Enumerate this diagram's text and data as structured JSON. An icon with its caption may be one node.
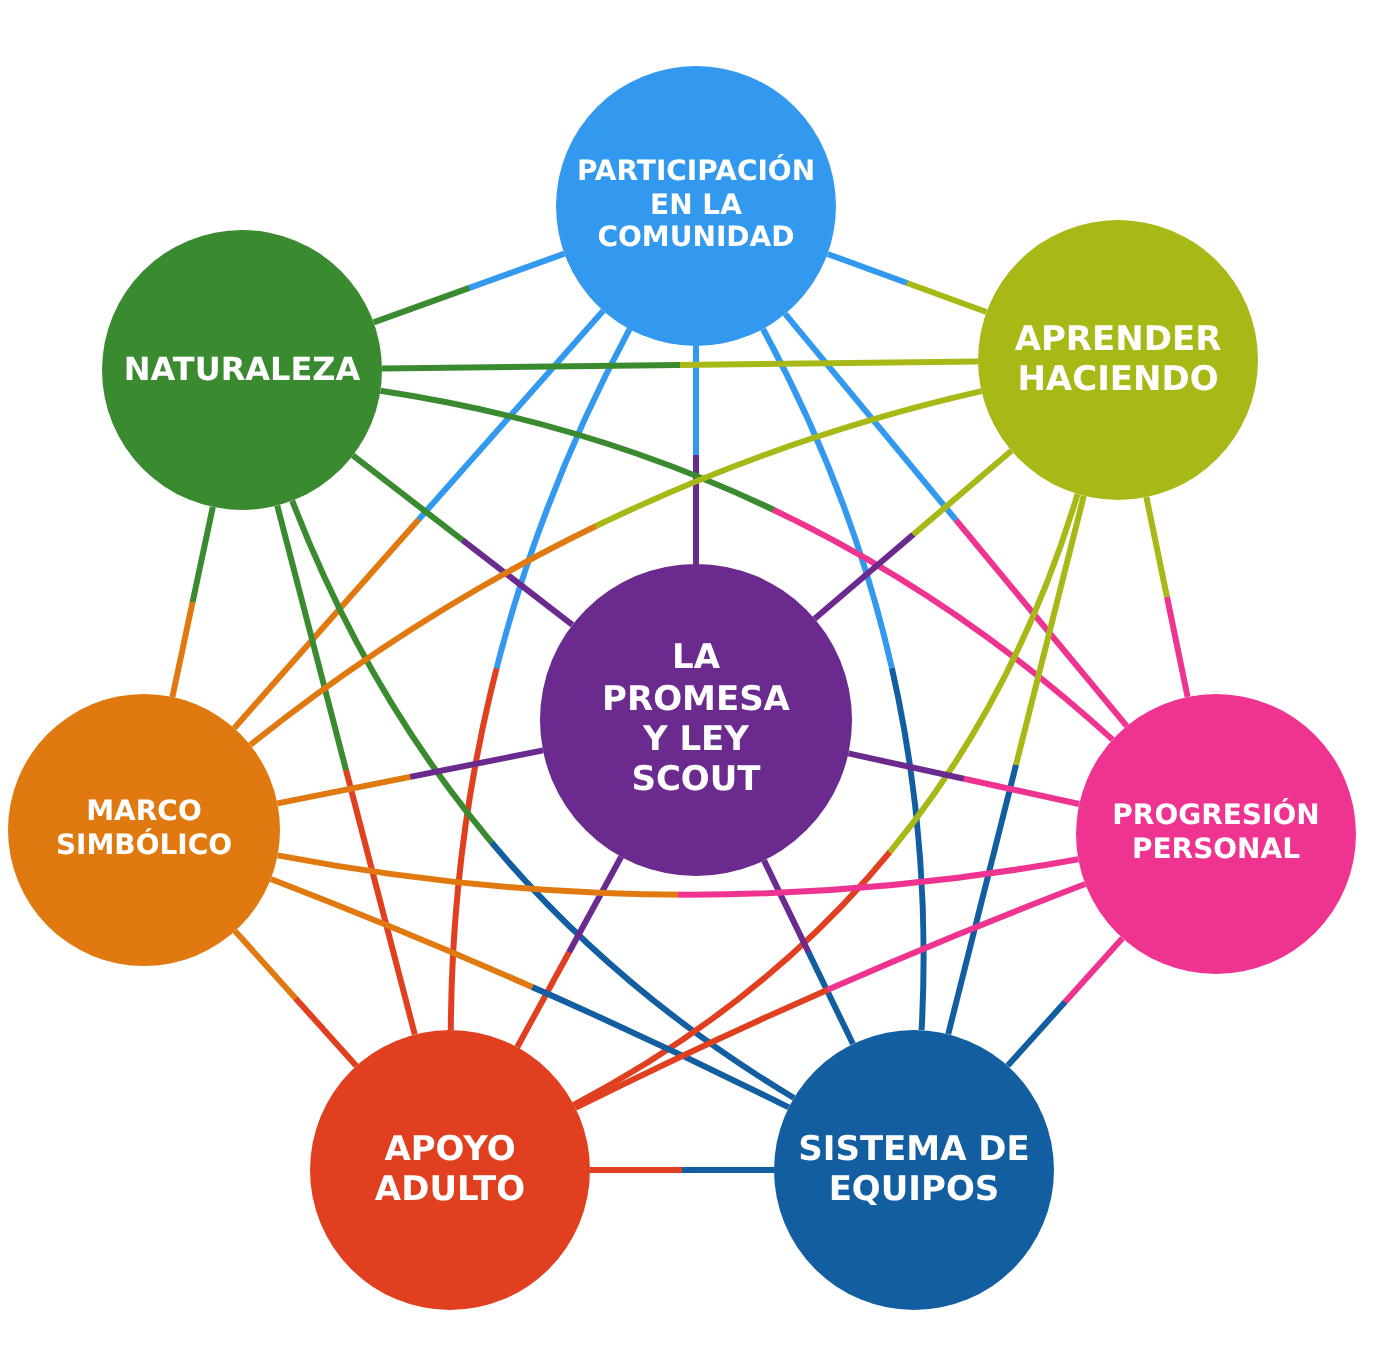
{
  "diagram": {
    "nodes": [
      {
        "text": [
          "PARTICIPACIÓN EN LA COMUNIDAD"
        ]
      },
      {
        "text": [
          "NATURALEZA"
        ]
      },
      {
        "text": [
          "APRENDER HACIENDO"
        ]
      },
      {
        "text": [
          "LA PROMESA Y LEY SCOUT"
        ]
      },
      {
        "text": [
          "MARCO SIMBÓLICO"
        ]
      },
      {
        "text": [
          "PROGRESIÓN PERSONAL"
        ]
      },
      {
        "text": [
          "APOYO ADULTO"
        ]
      },
      {
        "text": [
          "SISTEMA DE EQUIPOS"
        ]
      }
    ],
    "edges": [
      {
        "from": 0,
        "to": 1,
        "arrow": "none"
      },
      {
        "from": 0,
        "to": 2,
        "arrow": "none"
      },
      {
        "from": 0,
        "to": 3,
        "arrow": "none"
      },
      {
        "from": 0,
        "to": 4,
        "arrow": "none"
      },
      {
        "from": 0,
        "to": 5,
        "arrow": "none"
      },
      {
        "from": 0,
        "to": 6,
        "arrow": "none"
      },
      {
        "from": 0,
        "to": 7,
        "arrow": "none"
      },
      {
        "from": 1,
        "to": 2,
        "arrow": "none"
      },
      {
        "from": 1,
        "to": 3,
        "arrow": "none"
      },
      {
        "from": 1,
        "to": 4,
        "arrow": "none"
      },
      {
        "from": 1,
        "to": 5,
        "arrow": "none"
      },
      {
        "from": 1,
        "to": 6,
        "arrow": "none"
      },
      {
        "from": 1,
        "to": 7,
        "arrow": "none"
      },
      {
        "from": 2,
        "to": 3,
        "arrow": "none"
      },
      {
        "from": 2,
        "to": 4,
        "arrow": "none"
      },
      {
        "from": 2,
        "to": 5,
        "arrow": "none"
      },
      {
        "from": 2,
        "to": 6,
        "arrow": "none"
      },
      {
        "from": 2,
        "to": 7,
        "arrow": "none"
      },
      {
        "from": 3,
        "to": 4,
        "arrow": "none"
      },
      {
        "from": 3,
        "to": 5,
        "arrow": "none"
      },
      {
        "from": 3,
        "to": 6,
        "arrow": "none"
      },
      {
        "from": 3,
        "to": 7,
        "arrow": "none"
      },
      {
        "from": 4,
        "to": 5,
        "arrow": "none"
      },
      {
        "from": 4,
        "to": 6,
        "arrow": "none"
      },
      {
        "from": 4,
        "to": 7,
        "arrow": "none"
      },
      {
        "from": 5,
        "to": 6,
        "arrow": "none"
      },
      {
        "from": 5,
        "to": 7,
        "arrow": "none"
      },
      {
        "from": 6,
        "to": 7,
        "arrow": "none"
      }
    ]
  }
}
